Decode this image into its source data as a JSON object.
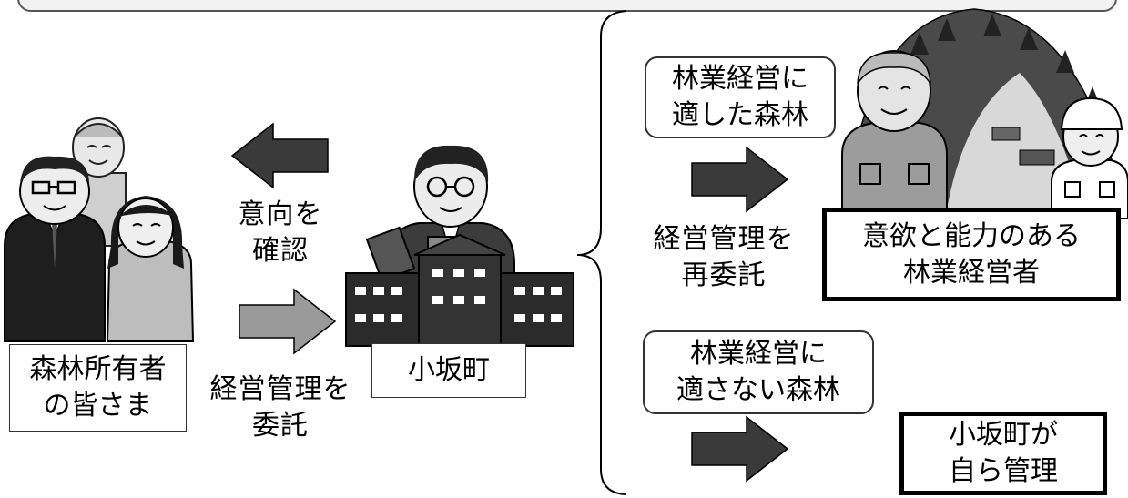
{
  "nodes": {
    "owners": "森林所有者\nの皆さま",
    "town": "小坂町",
    "suitable_forest": "林業経営に\n適した森林",
    "unsuitable_forest": "林業経営に\n適さない森林",
    "forester": "意欲と能力のある\n林業経営者",
    "self_manage": "小坂町が\n自ら管理"
  },
  "edges": {
    "confirm_intent": "意向を\n確認",
    "entrust_management": "経営管理を\n委託",
    "re_entrust_management": "経営管理を\n再委託"
  },
  "colors": {
    "arrow_dark": "#3a3a3a",
    "arrow_light": "#9a9a9a",
    "border": "#000000"
  }
}
